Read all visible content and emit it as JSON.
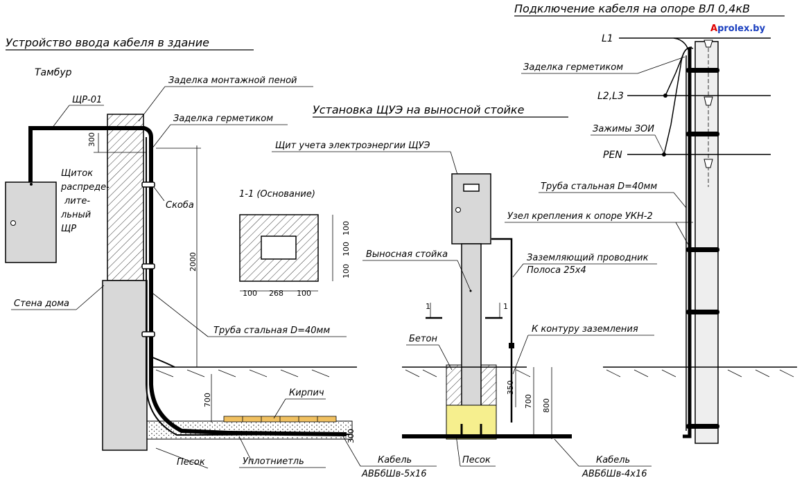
{
  "titles": {
    "cable_entry": "Устройство ввода кабеля в здание",
    "shue_install": "Установка ЩУЭ на выносной стойке",
    "pole_connect": "Подключение кабеля на опоре  ВЛ 0,4кВ"
  },
  "brand": {
    "first": "A",
    "rest": "prolex.by",
    "first_color": "#e00000",
    "rest_color": "#1a3fbf"
  },
  "left": {
    "tambur": "Тамбур",
    "shr01": "ЩР-01",
    "foam": "Заделка монтажной пеной",
    "sealant": "Заделка герметиком",
    "panel_lines": [
      "Щиток",
      "распреде-",
      "лите-",
      "льный",
      "ЩР"
    ],
    "bracket": "Скоба",
    "wall": "Стена дома",
    "pipe": "Труба стальная D=40мм",
    "brick": "Кирпич",
    "sand": "Песок",
    "seal": "Уплотниетль",
    "cable": "Кабель",
    "cable_type": "АВБбШв-5x16",
    "dims": {
      "d300_top": "300",
      "d2000": "2000",
      "d700": "700",
      "d300_bot": "300"
    }
  },
  "section": {
    "title": "1-1 (Основание)",
    "dims_h": [
      "100",
      "268",
      "100"
    ],
    "dims_v": [
      "100",
      "100",
      "100"
    ]
  },
  "middle": {
    "meter_box": "Щит учета электроэнергии ЩУЭ",
    "stand": "Выносная стойка",
    "ground_conductor": "Заземляющий проводник",
    "strip": "Полоса 25x4",
    "to_ground": "К контуру заземления",
    "concrete": "Бетон",
    "sand": "Песок",
    "cut_label": "1",
    "cable": "Кабель",
    "cable_type": "АВБбШв-4x16",
    "dims": {
      "d350": "350",
      "d700": "700",
      "d800": "800"
    }
  },
  "right": {
    "l1": "L1",
    "l23": "L2,L3",
    "pen": "PEN",
    "sealant": "Заделка герметиком",
    "clamps": "Зажимы ЗОИ",
    "pipe": "Труба стальная D=40мм",
    "mount": "Узел крепления к опоре УКН-2"
  }
}
